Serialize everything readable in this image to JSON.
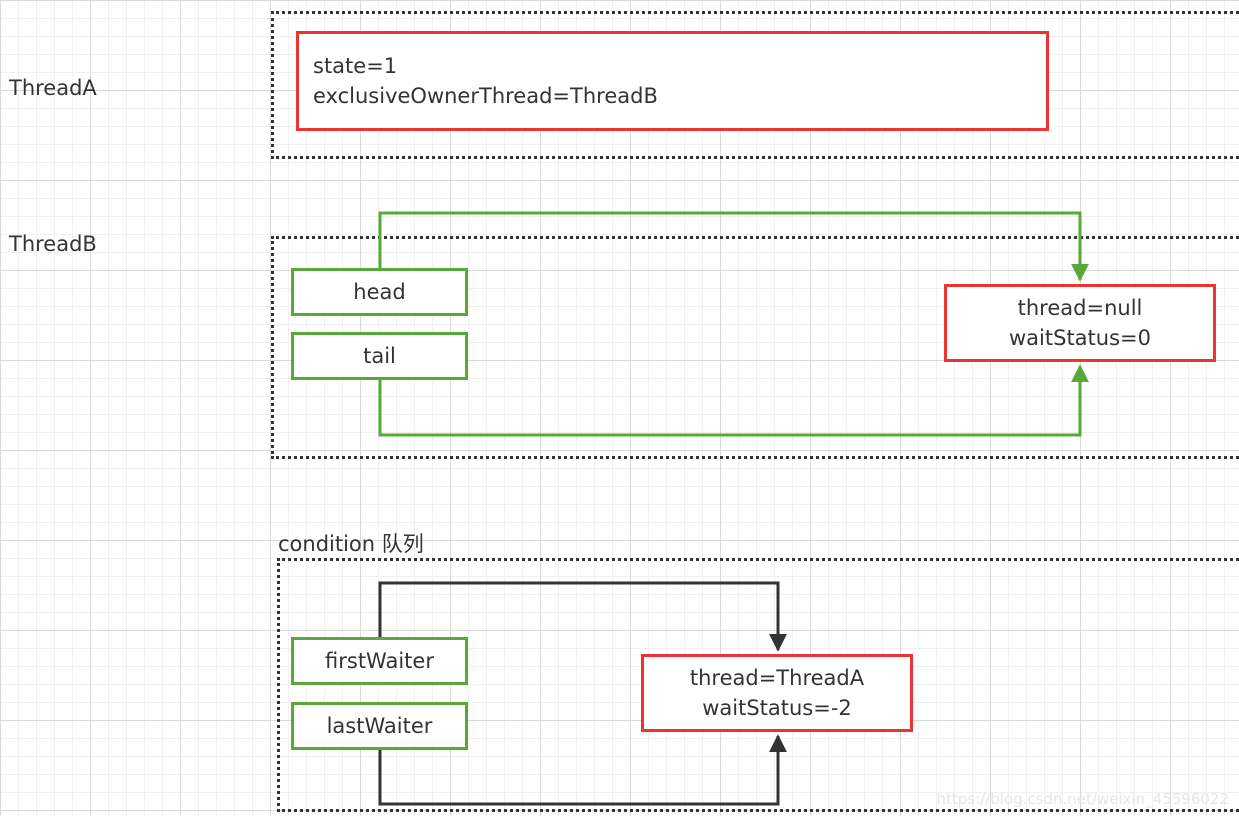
{
  "thread_a": {
    "label": "ThreadA",
    "state_line": "state=1",
    "owner_line": "exclusiveOwnerThread=ThreadB"
  },
  "thread_b": {
    "label": "ThreadB",
    "head_label": "head",
    "tail_label": "tail",
    "node_thread": "thread=null",
    "node_wait_status": "waitStatus=0"
  },
  "condition_queue": {
    "caption": "condition 队列",
    "first_waiter_label": "firstWaiter",
    "last_waiter_label": "lastWaiter",
    "node_thread": "thread=ThreadA",
    "node_wait_status": "waitStatus=-2"
  },
  "watermark": "https://blog.csdn.net/weixin_45596022",
  "colors": {
    "pointer_green": "#59a83a",
    "node_red": "#ee3333",
    "condition_arrow": "#333333"
  }
}
